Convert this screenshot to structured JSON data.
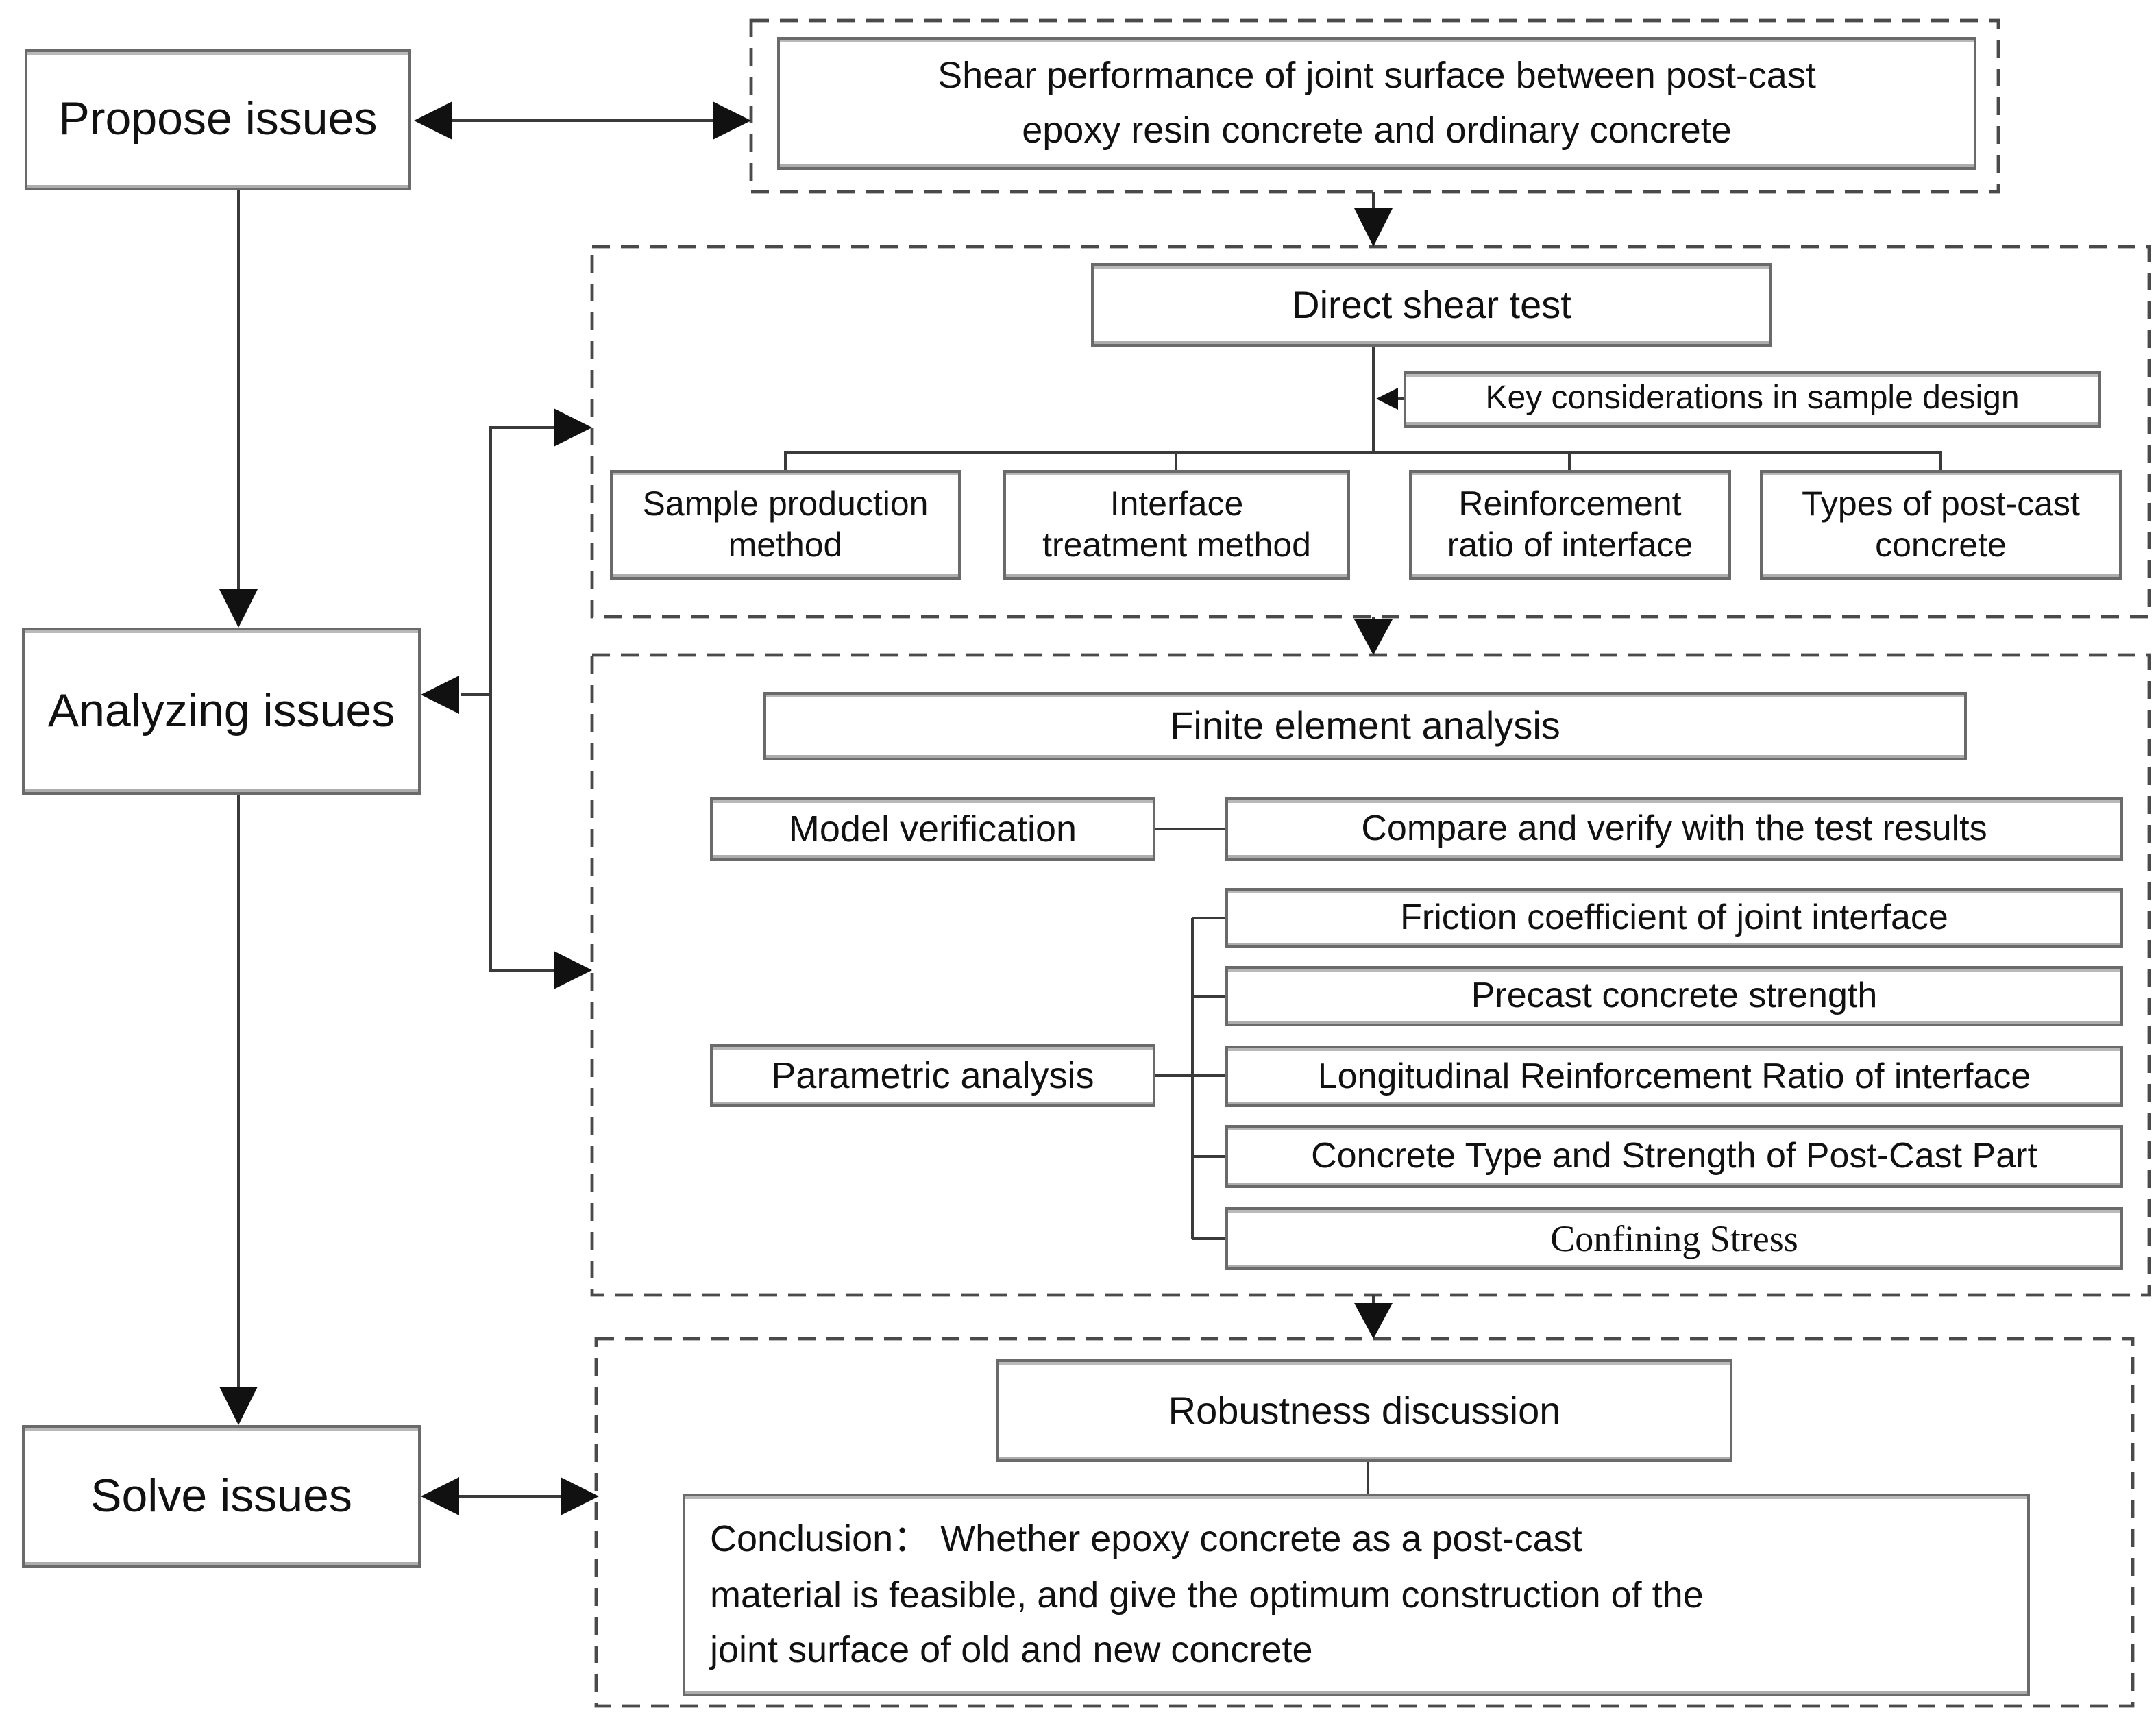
{
  "colors": {
    "background": "#ffffff",
    "ink": "#111111",
    "line": "#3a3a3a",
    "box_border": "#6a6a6a",
    "dash_border": "#4a4a4a"
  },
  "diagram": {
    "left_column": {
      "propose": "Propose issues",
      "analyzing": "Analyzing issues",
      "solve": "Solve issues"
    },
    "topic": {
      "title": "Shear performance of joint surface between post-cast\nepoxy resin concrete and ordinary concrete"
    },
    "direct_shear": {
      "title": "Direct shear test",
      "key_considerations": "Key considerations in sample design",
      "factors": [
        "Sample production\nmethod",
        "Interface\ntreatment method",
        "Reinforcement\nratio of interface",
        "Types of post-cast\nconcrete"
      ]
    },
    "fea": {
      "title": "Finite element analysis",
      "model_verification": "Model verification",
      "compare": "Compare and verify with the test results",
      "parametric": "Parametric analysis",
      "parameters": [
        "Friction coefficient of joint interface",
        "Precast concrete strength",
        "Longitudinal Reinforcement Ratio of interface",
        "Concrete Type and Strength of Post-Cast Part",
        "Confining Stress"
      ]
    },
    "robustness": {
      "title": "Robustness discussion",
      "conclusion": "Conclusion：  Whether epoxy concrete as a post-cast\nmaterial is feasible, and give the optimum construction of the\njoint surface of old and new concrete"
    }
  }
}
